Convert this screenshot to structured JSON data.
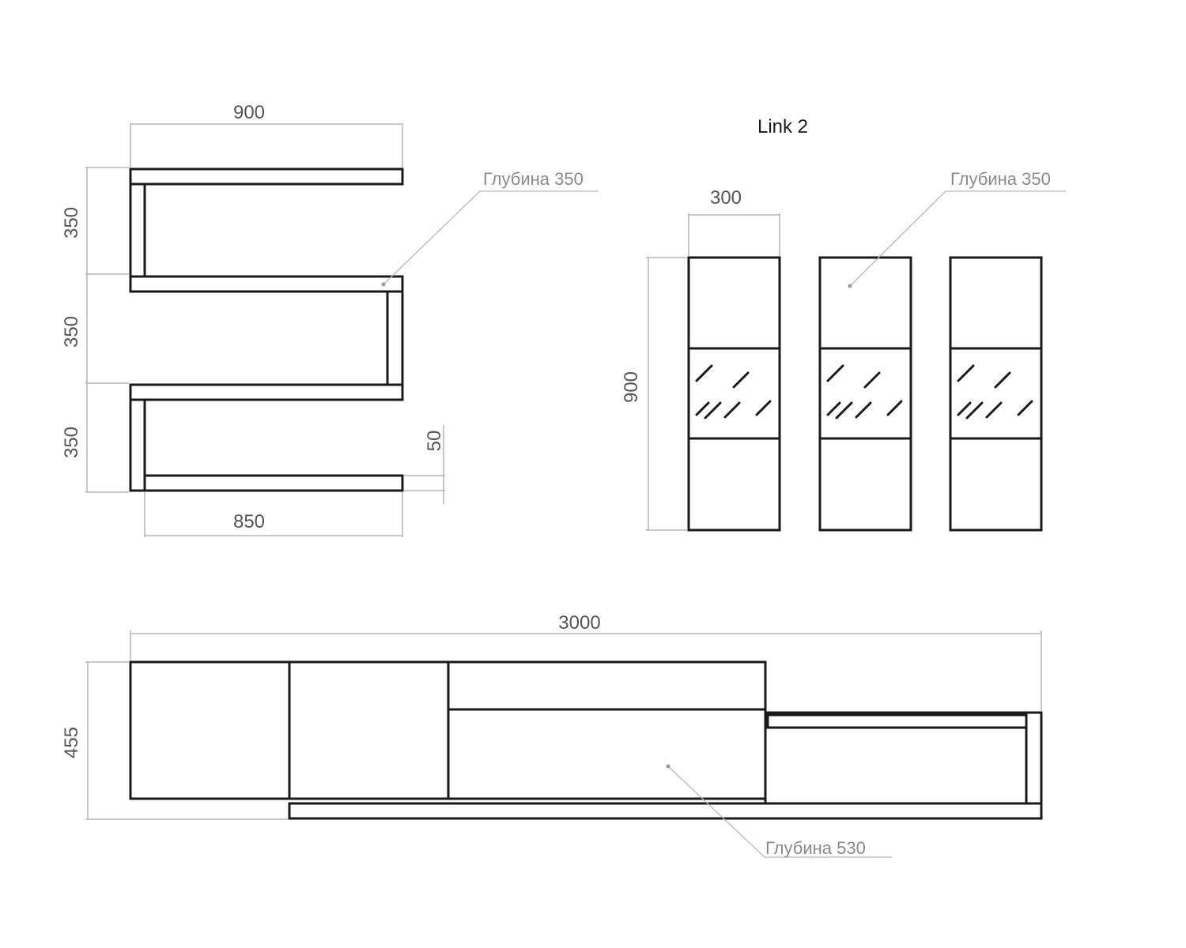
{
  "title": "Link 2",
  "shelf": {
    "width": "900",
    "height_1": "350",
    "height_2": "350",
    "height_3": "350",
    "thickness": "50",
    "shelf_length": "850",
    "depth_note": "Глубина 350"
  },
  "cabinets": {
    "width": "300",
    "height": "900",
    "depth_note": "Глубина 350"
  },
  "tv_stand": {
    "width": "3000",
    "height": "455",
    "depth_note": "Глубина 530"
  }
}
